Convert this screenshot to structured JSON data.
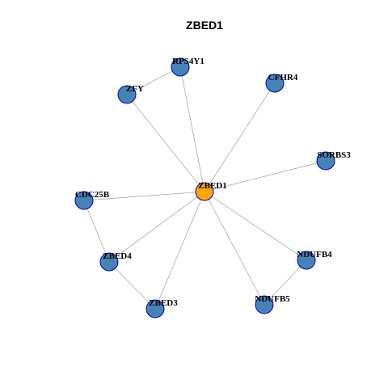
{
  "title": "ZBED1",
  "colors": {
    "center_fill": "#FFA500",
    "node_fill": "#4682B4",
    "node_stroke": "#0000CD",
    "edge": "#AAAAAA"
  },
  "nodes": [
    {
      "id": "ZBED1",
      "label": "ZBED1",
      "center": true
    },
    {
      "id": "RPS4Y1",
      "label": "RPS4Y1"
    },
    {
      "id": "ZFY",
      "label": "ZFY"
    },
    {
      "id": "CFHR4",
      "label": "CFHR4"
    },
    {
      "id": "SORBS3",
      "label": "SORBS3"
    },
    {
      "id": "CDC25B",
      "label": "CDC25B"
    },
    {
      "id": "ZBED4",
      "label": "ZBED4"
    },
    {
      "id": "NDUFB4",
      "label": "NDUFB4"
    },
    {
      "id": "ZBED3",
      "label": "ZBED3"
    },
    {
      "id": "NDUFB5",
      "label": "NDUFB5"
    }
  ],
  "edges": [
    [
      "ZBED1",
      "RPS4Y1"
    ],
    [
      "ZBED1",
      "ZFY"
    ],
    [
      "ZBED1",
      "CFHR4"
    ],
    [
      "ZBED1",
      "SORBS3"
    ],
    [
      "ZBED1",
      "CDC25B"
    ],
    [
      "ZBED1",
      "ZBED4"
    ],
    [
      "ZBED1",
      "ZBED3"
    ],
    [
      "ZBED1",
      "NDUFB5"
    ],
    [
      "ZBED1",
      "NDUFB4"
    ],
    [
      "RPS4Y1",
      "ZFY"
    ],
    [
      "CDC25B",
      "ZBED4"
    ],
    [
      "ZBED4",
      "ZBED3"
    ],
    [
      "NDUFB4",
      "NDUFB5"
    ]
  ]
}
